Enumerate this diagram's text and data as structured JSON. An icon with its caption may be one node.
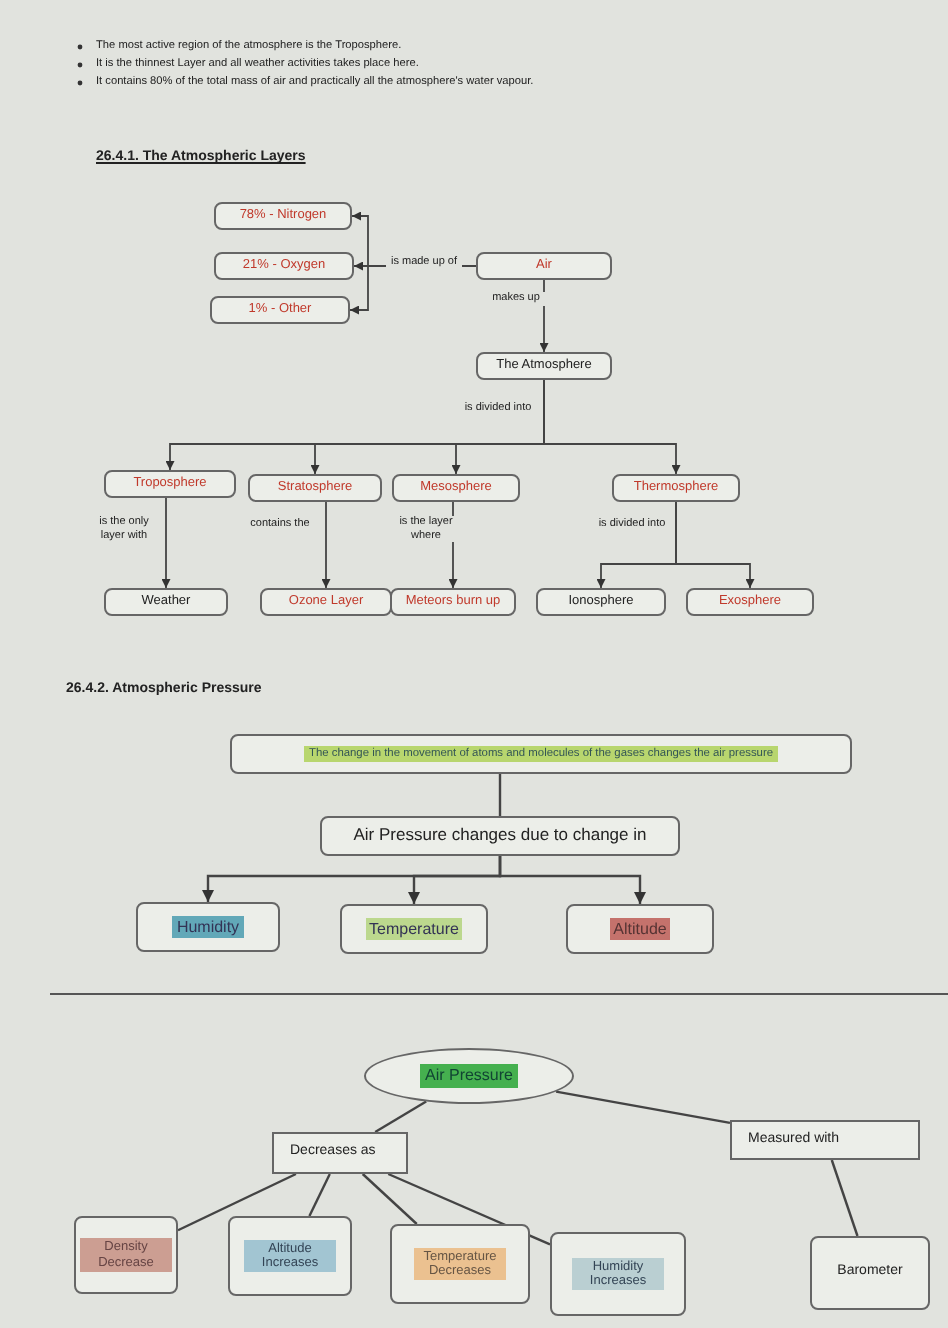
{
  "diagram": {
    "nodes": [
      {
        "text": [
          "78% - Nitrogen"
        ]
      },
      {
        "text": [
          "21% - Oxygen"
        ]
      },
      {
        "text": [
          "1% - Other"
        ]
      },
      {
        "text": [
          "Air"
        ]
      },
      {
        "text": [
          "The Atmosphere"
        ]
      },
      {
        "text": [
          "Troposphere"
        ]
      },
      {
        "text": [
          "Stratosphere"
        ]
      },
      {
        "text": [
          "Mesosphere"
        ]
      },
      {
        "text": [
          "Thermosphere"
        ]
      },
      {
        "text": [
          "Weather"
        ]
      },
      {
        "text": [
          "Ozone Layer"
        ]
      },
      {
        "text": [
          "Meteors burn up"
        ]
      },
      {
        "text": [
          "Ionosphere"
        ]
      },
      {
        "text": [
          "Exosphere"
        ]
      },
      {
        "text": [
          "The change in the movement of atoms and molecules of the gases changes the air pressure"
        ]
      },
      {
        "text": [
          "Air Pressure changes due to change in"
        ]
      },
      {
        "text": [
          "Humidity"
        ]
      },
      {
        "text": [
          "Temperature"
        ]
      },
      {
        "text": [
          "Altitude"
        ]
      },
      {
        "text": [
          "Air Pressure"
        ]
      },
      {
        "text": [
          "Decreases as"
        ]
      },
      {
        "text": [
          "Measured with"
        ]
      },
      {
        "text": [
          "Density Decrease"
        ]
      },
      {
        "text": [
          "Altitude Increases"
        ]
      },
      {
        "text": [
          "Temperature Decreases"
        ]
      },
      {
        "text": [
          "Humidity Increases"
        ]
      },
      {
        "text": [
          "Barometer"
        ]
      }
    ],
    "edges": [
      {
        "from": 3,
        "to": 0,
        "arrow": "to"
      },
      {
        "from": 3,
        "to": 1,
        "arrow": "to",
        "label": "is made up of"
      },
      {
        "from": 3,
        "to": 2,
        "arrow": "to"
      },
      {
        "from": 3,
        "to": 4,
        "arrow": "to",
        "label": "makes up"
      },
      {
        "from": 4,
        "to": 5,
        "arrow": "to"
      },
      {
        "from": 4,
        "to": 6,
        "arrow": "to"
      },
      {
        "from": 4,
        "to": 7,
        "arrow": "to",
        "label": "is divided into"
      },
      {
        "from": 4,
        "to": 8,
        "arrow": "to"
      },
      {
        "from": 5,
        "to": 9,
        "arrow": "to",
        "label": "is the only layer with"
      },
      {
        "from": 6,
        "to": 10,
        "arrow": "to",
        "label": "contains the"
      },
      {
        "from": 7,
        "to": 11,
        "arrow": "to",
        "label": "is the layer where"
      },
      {
        "from": 8,
        "to": 12,
        "arrow": "to",
        "label": "is divided into"
      },
      {
        "from": 8,
        "to": 13,
        "arrow": "to"
      },
      {
        "from": 14,
        "to": 15,
        "arrow": "none"
      },
      {
        "from": 15,
        "to": 16,
        "arrow": "to"
      },
      {
        "from": 15,
        "to": 17,
        "arrow": "to"
      },
      {
        "from": 15,
        "to": 18,
        "arrow": "to"
      },
      {
        "from": 19,
        "to": 20,
        "arrow": "none"
      },
      {
        "from": 19,
        "to": 21,
        "arrow": "none"
      },
      {
        "from": 20,
        "to": 22,
        "arrow": "none"
      },
      {
        "from": 20,
        "to": 23,
        "arrow": "none"
      },
      {
        "from": 20,
        "to": 24,
        "arrow": "none"
      },
      {
        "from": 20,
        "to": 25,
        "arrow": "none"
      },
      {
        "from": 21,
        "to": 26,
        "arrow": "none"
      }
    ],
    "labels": [
      "The most active region of the atmosphere is the Troposphere.",
      "It is the thinnest Layer and all weather activities takes place here.",
      "It contains 80% of the total mass of air and practically all the atmosphere's water vapour.",
      "26.4.1. The Atmospheric Layers",
      "26.4.2. Atmospheric Pressure"
    ]
  }
}
